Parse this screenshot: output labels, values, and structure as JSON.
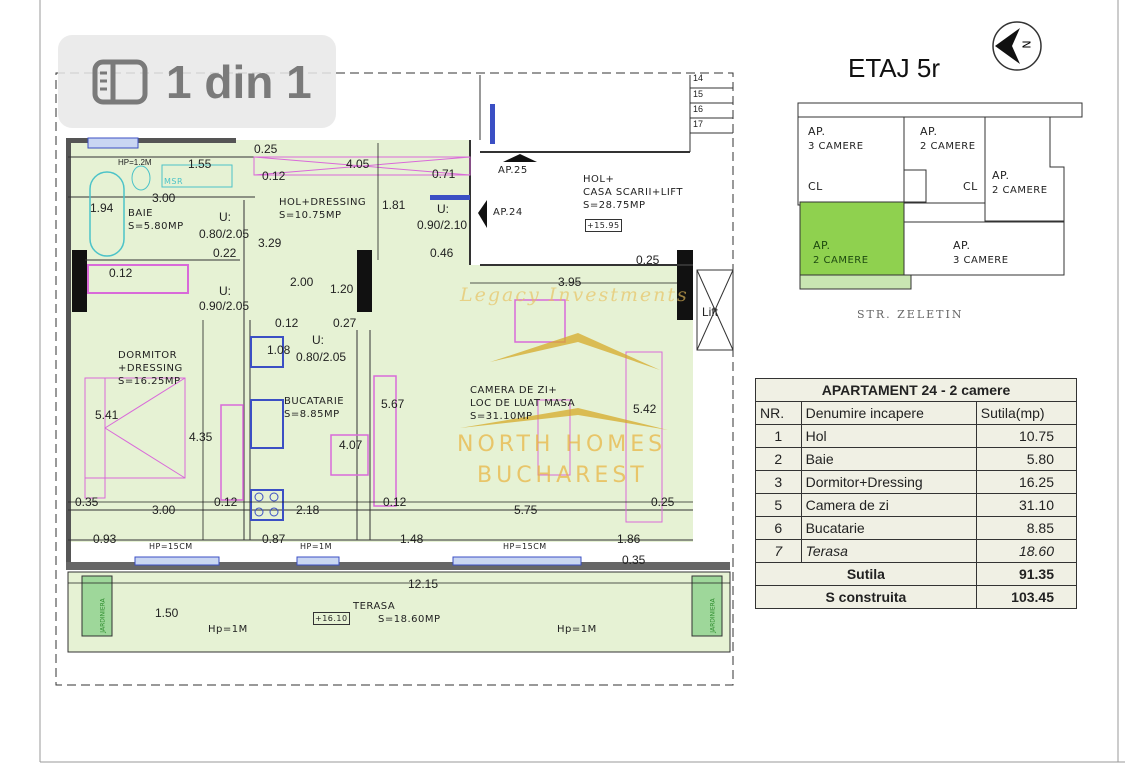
{
  "viewer": {
    "page_indicator": "1 din 1",
    "icon": "sidebar-panel-icon"
  },
  "colors": {
    "room_fill": "#e6f2d4",
    "highlight_apartment": "#8fd14f",
    "furniture": "#d96ad9",
    "windows": "#3b4fc4",
    "watermark": "#e8b23c"
  },
  "watermark": {
    "script": "Legacy Investments",
    "line1": "NORTH HOMES",
    "line2": "BUCHAREST"
  },
  "rooms": {
    "baie": [
      "Baie",
      "S=5.80mp"
    ],
    "hol": [
      "Hol+dressing",
      "S=10.75mp"
    ],
    "dormitor": [
      "Dormitor",
      "+dressing",
      "S=16.25mp"
    ],
    "bucatarie": [
      "Bucatarie",
      "S=8.85mp"
    ],
    "camera": [
      "Camera de zi+",
      "Loc de luat masa",
      "S=31.10mp"
    ],
    "hallway": [
      "Hol+",
      "Casa scarii+Lift",
      "S=28.75mp"
    ],
    "hallway_level": "+15.95",
    "terasa": [
      "Terasa",
      "S=18.60mp"
    ],
    "terasa_level": "+16.10",
    "ap25": "AP.25",
    "ap24": "AP.24",
    "lift": "Lift",
    "stairs": [
      "14",
      "15",
      "16",
      "17"
    ],
    "planters": "JARDINIERA"
  },
  "doors": [
    "U:",
    "0.80/2.05",
    "U:",
    "0.90/2.10",
    "U:",
    "0.90/2.05",
    "U:",
    "0.80/2.05"
  ],
  "dims": [
    "0.25",
    "HP=1.2M",
    "1.55",
    "4.05",
    "0.12",
    "0.71",
    "3.00",
    "1.94",
    "1.81",
    "3.29",
    "0.22",
    "0.46",
    "0.25",
    "3.95",
    "0.12",
    "2.00",
    "1.20",
    "0.12",
    "0.27",
    "1.08",
    "5.41",
    "4.35",
    "5.67",
    "4.07",
    "5.42",
    "0.35",
    "3.00",
    "0.12",
    "2.18",
    "0.12",
    "5.75",
    "0.25",
    "0.93",
    "HP=15CM",
    "0.87",
    "HP=1M",
    "1.48",
    "HP=15CM",
    "1.86",
    "0.35",
    "12.15",
    "1.50",
    "Hp=1M",
    "Hp=1M",
    "MSR"
  ],
  "key_plan": {
    "title": "ETAJ 5r",
    "compass": "N",
    "apartments": [
      {
        "line1": "AP.",
        "line2": "3 camere"
      },
      {
        "line1": "AP.",
        "line2": "2 camere"
      },
      {
        "line1": "AP.",
        "line2": "2 camere"
      },
      {
        "line1": "AP.",
        "line2": "2 camere",
        "highlighted": true
      },
      {
        "line1": "AP.",
        "line2": "3 camere"
      }
    ],
    "cl": [
      "CL",
      "CL"
    ],
    "street": "STR. ZELETIN"
  },
  "table": {
    "title": "APARTAMENT 24 - 2 camere",
    "headers": [
      "NR.",
      "Denumire incapere",
      "Sutila(mp)"
    ],
    "rows": [
      {
        "nr": "1",
        "name": "Hol",
        "area": "10.75"
      },
      {
        "nr": "2",
        "name": "Baie",
        "area": "5.80"
      },
      {
        "nr": "3",
        "name": "Dormitor+Dressing",
        "area": "16.25"
      },
      {
        "nr": "5",
        "name": "Camera de zi",
        "area": "31.10"
      },
      {
        "nr": "6",
        "name": "Bucatarie",
        "area": "8.85"
      },
      {
        "nr": "7",
        "name": "Terasa",
        "area": "18.60"
      }
    ],
    "sutila_label": "Sutila",
    "sutila_value": "91.35",
    "construita_label": "S construita",
    "construita_value": "103.45"
  }
}
